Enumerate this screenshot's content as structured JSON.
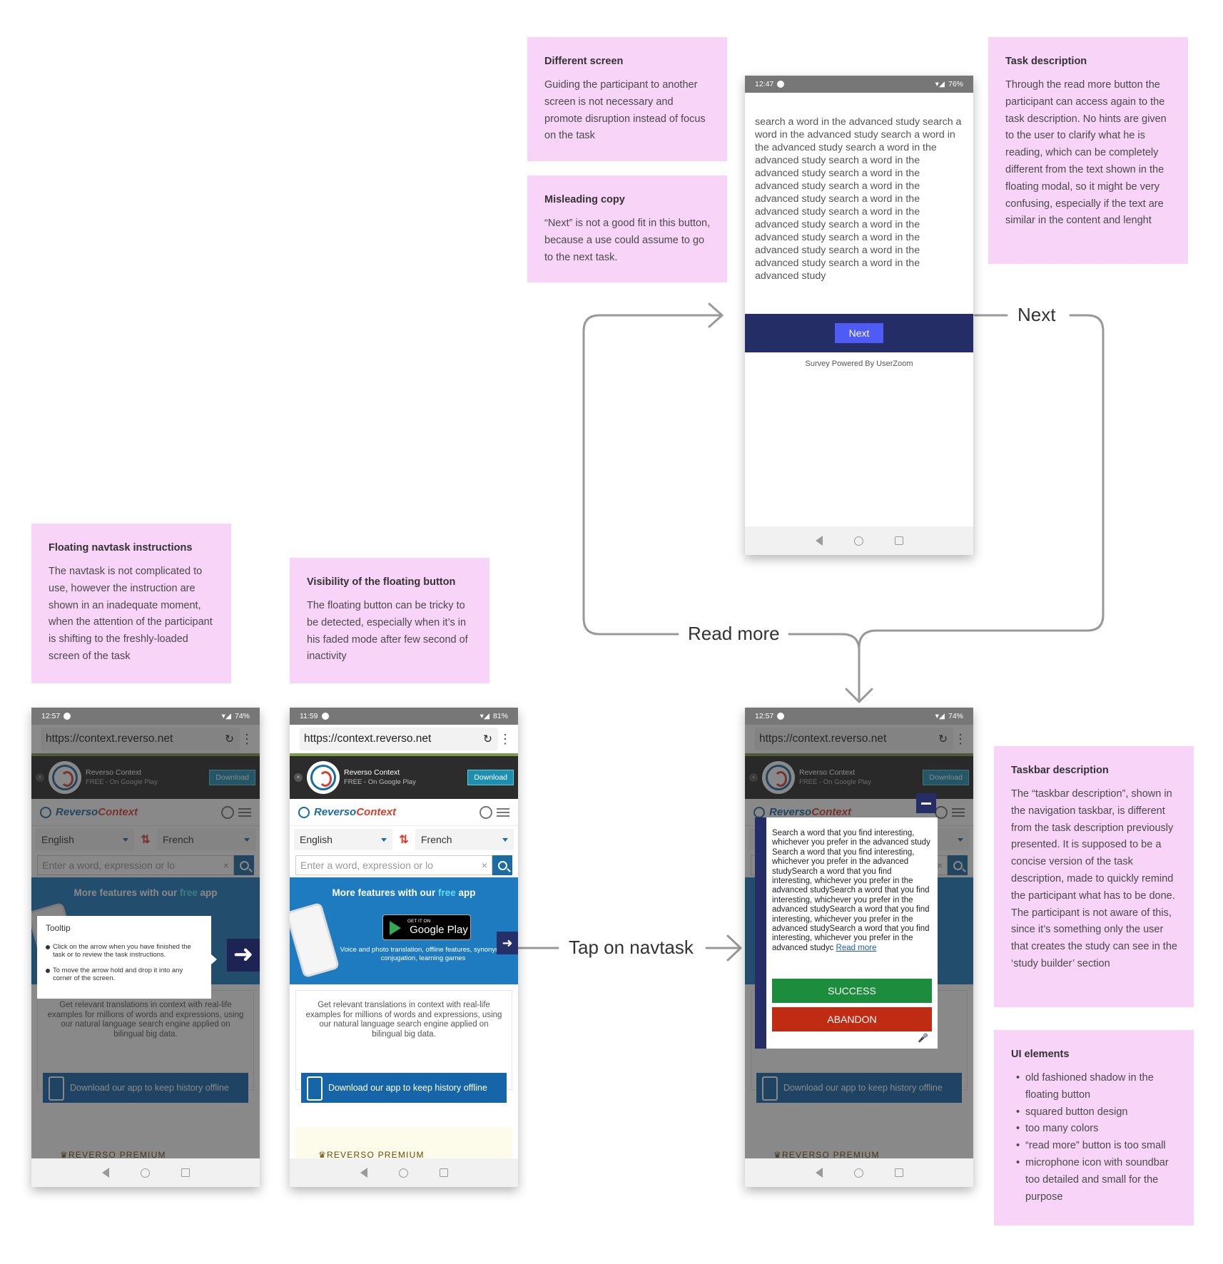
{
  "notes": {
    "different_screen": {
      "title": "Different screen",
      "body": "Guiding the participant to another screen is not necessary and promote disruption instead of focus on the task"
    },
    "misleading_copy": {
      "title": "Misleading copy",
      "body": "“Next” is not a good fit in this button, because a use could assume to go to the next task."
    },
    "task_description": {
      "title": "Task description",
      "body": "Through the read more button the participant can access again to the task description. No hints are given to the user to clarify what he is reading, which can be completely different from the text shown in the floating modal, so it might be very confusing, especially if the text are similar in the content and lenght"
    },
    "floating_navtask": {
      "title": "Floating navtask instructions",
      "body": "The navtask is not complicated to use, however the instruction are shown in an inadequate moment, when the attention of the participant is shifting to the freshly-loaded screen of the task"
    },
    "visibility_button": {
      "title": "Visibility of the floating button",
      "body": "The floating button can be tricky to be detected, especially when it’s in his faded mode after few second of inactivity"
    },
    "taskbar_description": {
      "title": "Taskbar description",
      "body": "The “taskbar description”, shown in the navigation taskbar, is different from the task description previously presented. It is supposed to be a concise version of the task description, made to quickly remind the participant what has to be done. The participant is not aware of this, since it’s something only the user that creates the study can see in the ‘study builder’ section"
    },
    "ui_elements": {
      "title": "UI elements",
      "items": [
        "old fashioned shadow in the floating button",
        "squared button design",
        "too many colors",
        "“read more” button is too small",
        "microphone icon with soundbar too detailed and small for the purpose"
      ]
    }
  },
  "flow": {
    "next": "Next",
    "read_more": "Read more",
    "tap_navtask": "Tap on navtask"
  },
  "phones": {
    "task": {
      "time": "12:47",
      "battery": "76%",
      "text": "search a word in the advanced study search a word in the advanced study search a word in the advanced study search a word in the advanced study search a word in the advanced study search a word in the advanced study search a word in the advanced study search a word in the advanced study search a word in the advanced study search a word in the advanced study search a word in the advanced study search a word in the advanced study search a word in the advanced study",
      "next_button": "Next",
      "powered": "Survey Powered By UserZoom"
    },
    "tooltip_phone": {
      "time": "12:57",
      "battery": "74%",
      "tooltip_title": "Tooltip",
      "tooltip_item1": "Click on the arrow when you have finished the task or to review the task instructions.",
      "tooltip_item2": "To move the arrow hold and drop it into any corner of the screen."
    },
    "faded_phone": {
      "time": "11:59",
      "battery": "81%"
    },
    "nav_phone": {
      "time": "12:57",
      "battery": "74%",
      "nav_text": "Search a word that you find interesting, whichever you prefer in the advanced study Search a word that you find interesting, whichever you prefer in the advanced studySearch a word that you find interesting, whichever you prefer in the advanced studySearch a word that you find interesting, whichever you prefer in the advanced studySearch a word that you find interesting, whichever you prefer in the advanced studySearch a word that you find interesting, whichever you prefer in the advanced studyc",
      "read_more": "Read more",
      "success": "SUCCESS",
      "abandon": "ABANDON"
    }
  },
  "site": {
    "url": "https://context.reverso.net",
    "app_name": "Reverso Context",
    "app_sub": "FREE - On Google Play",
    "download": "Download",
    "brand_a": "Reverso",
    "brand_b": "Context",
    "lang_from": "English",
    "lang_to": "French",
    "search_placeholder": "Enter a word, expression or lo",
    "more_features_a": "More features with our ",
    "more_features_free": "free",
    "more_features_b": " app",
    "gplay_small": "GET IT ON",
    "gplay_big": "Google Play",
    "gplay_sub": "Voice and photo translation, offline features, synonyms, conjugation, learning games",
    "description": "Get relevant translations in context with real-life examples for millions of words and expressions, using our natural language search engine applied on bilingual big data.",
    "download_app": "Download our app to keep history offline",
    "premium": "REVERSO PREMIUM"
  }
}
